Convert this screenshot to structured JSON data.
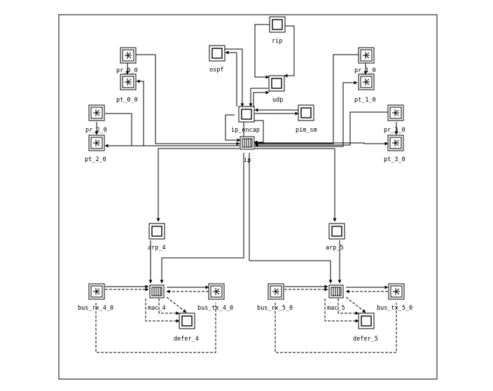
{
  "nodes": {
    "rip": "rip",
    "ospf": "ospf",
    "udp": "udp",
    "ip_encap": "ip_encap",
    "pim_sm": "pim_sm",
    "ip": "ip",
    "pr_0_0": "pr_0_0",
    "pt_0_0": "pt_0_0",
    "pr_1_0": "pr_1_0",
    "pt_1_0": "pt_1_0",
    "pr_2_0": "pr_2_0",
    "pt_2_0": "pt_2_0",
    "pr_3_0": "pr_3_0",
    "pt_3_0": "pt_3_0",
    "arp_4": "arp_4",
    "arp_5": "arp_5",
    "bus_rx_4_0": "bus_rx_4_0",
    "mac_4": "mac_4",
    "bus_tx_4_0": "bus_tx_4_0",
    "defer_4": "defer_4",
    "bus_rx_5_0": "bus_rx_5_0",
    "mac_5": "mac_5",
    "bus_tx_5_0": "bus_tx_5_0",
    "defer_5": "defer_5"
  },
  "colors": {
    "line": "#000000",
    "node_fill": "#ffffff"
  }
}
